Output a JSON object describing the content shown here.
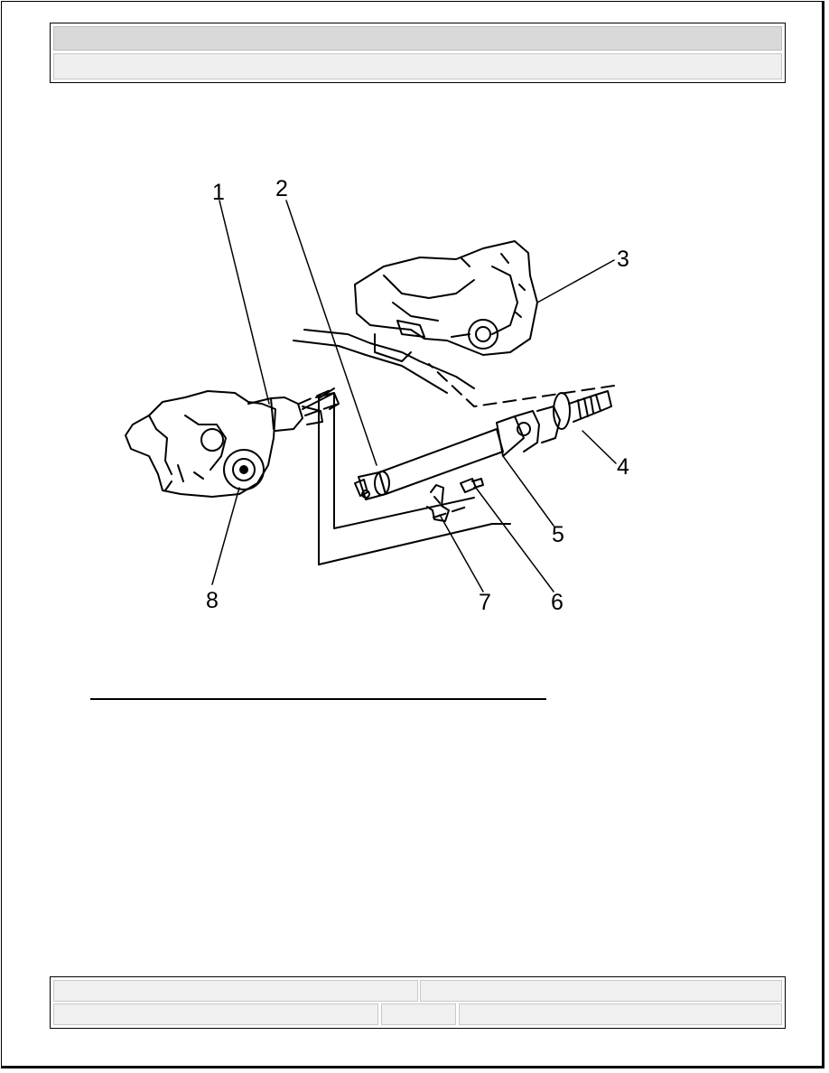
{
  "header": {
    "title": "",
    "subtitle": ""
  },
  "figure": {
    "callouts": [
      "1",
      "2",
      "3",
      "4",
      "5",
      "6",
      "7",
      "8"
    ]
  },
  "footer": {
    "left_top": "",
    "right_top": "",
    "left_bottom": "",
    "middle_bottom": "",
    "right_bottom": ""
  }
}
